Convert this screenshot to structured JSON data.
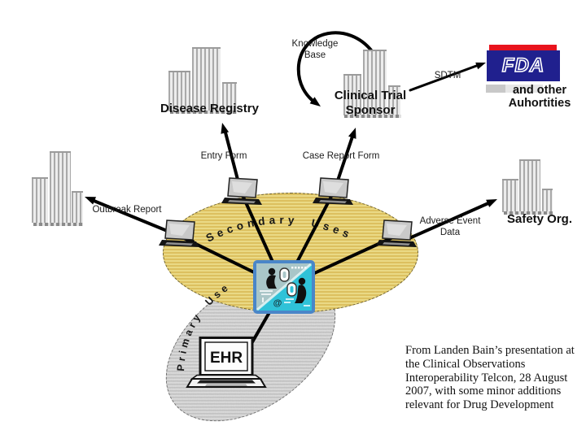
{
  "diagram": {
    "zones": {
      "secondary_uses": "Secondary Uses",
      "primary_use": "Primary Use"
    },
    "nodes": {
      "disease_registry": {
        "label": "Disease Registry"
      },
      "clinical_trial_sponsor": {
        "line1": "Clinical Trial",
        "line2": "Sponsor"
      },
      "fda": {
        "logo_text": "FDA",
        "caption_line1": "and other",
        "caption_line2": "Auhortities"
      },
      "safety_org": {
        "label": "Safety Org."
      },
      "ehr": {
        "label": "EHR"
      }
    },
    "edges": {
      "entry_form": "Entry Form",
      "outbreak_report": "Outbreak Report",
      "case_report_form": "Case Report Form",
      "sdtm": "SDTM",
      "knowledge_base_line1": "Knowledge",
      "knowledge_base_line2": "Base",
      "adverse_event_line1": "Adverse Event",
      "adverse_event_line2": "Data"
    },
    "hub": {
      "at_symbol": "@"
    },
    "attribution": "From Landen Bain’s presentation at the Clinical Observations Interoperability Telcon, 28 August 2007, with some minor additions relevant for Drug Development",
    "colors": {
      "secondary_zone_yellow": "#dcc05f",
      "primary_zone_gray": "#c9c9c9",
      "fda_navy": "#20208e",
      "fda_red": "#e8131d",
      "hub_cyan": "#2fc2d8",
      "hub_muted_teal": "#a9c6c8",
      "line_black": "#000000"
    }
  }
}
